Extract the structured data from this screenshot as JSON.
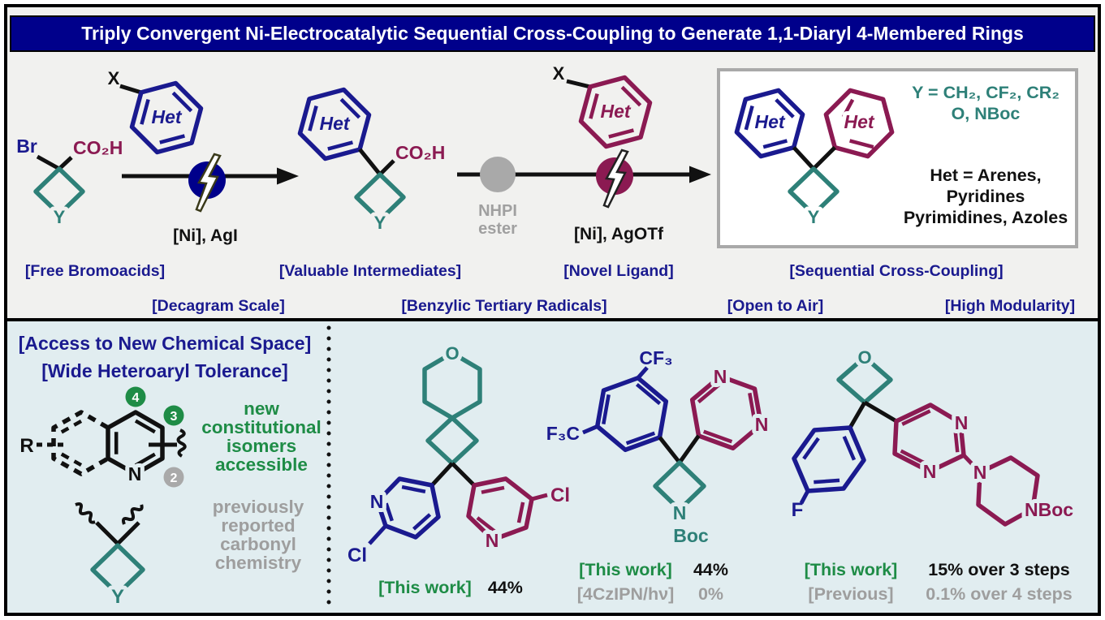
{
  "title": "Triply Convergent Ni-Electrocatalytic Sequential Cross-Coupling to Generate 1,1-Diaryl 4-Membered Rings",
  "colors": {
    "navy": "#1a1a8f",
    "maroon": "#8b1a52",
    "teal": "#2e8078",
    "green": "#1e8c46",
    "gray": "#a0a0a0",
    "title_bg": "#00008b",
    "scheme_bg": "#f1f1ef",
    "panel_bg": "#e1edf0"
  },
  "scheme": {
    "bromoacid": {
      "br": "Br",
      "acid": "CO₂H",
      "y": "Y"
    },
    "aryl1": {
      "x": "X",
      "het": "Het"
    },
    "step1_conditions": "[Ni], AgI",
    "intermediate": {
      "het": "Het",
      "acid": "CO₂H",
      "y": "Y"
    },
    "nhpi": [
      "NHPI",
      "ester"
    ],
    "aryl2": {
      "x": "X",
      "het": "Het"
    },
    "step2_conditions": "[Ni], AgOTf",
    "product": {
      "het_left": "Het",
      "het_right": "Het",
      "y": "Y"
    },
    "legend": {
      "y1": "Y = CH₂, CF₂, CR₂",
      "y2": "O, NBoc",
      "h1": "Het = Arenes,",
      "h2": "Pyridines",
      "h3": "Pyrimidines, Azoles"
    }
  },
  "tags_row1": [
    "[Free Bromoacids]",
    "[Valuable Intermediates]",
    "[Novel Ligand]",
    "[Sequential Cross-Coupling]"
  ],
  "tags_row2": [
    "[Decagram Scale]",
    "[Benzylic Tertiary Radicals]",
    "[Open to Air]",
    "[High Modularity]"
  ],
  "panel": {
    "headline1": "[Access to New Chemical Space]",
    "headline2": "[Wide Heteroaryl Tolerance]",
    "r": "R",
    "n": "N",
    "pos4": "4",
    "pos3": "3",
    "pos2": "2",
    "y": "Y",
    "green_lines": [
      "new",
      "constitutional",
      "isomers",
      "accessible"
    ],
    "gray_lines": [
      "previously",
      "reported",
      "carbonyl",
      "chemistry"
    ]
  },
  "examples": [
    {
      "atoms": {
        "o": "O",
        "n_left": "N",
        "cl_left": "Cl",
        "n_right": "N",
        "cl_right": "Cl"
      },
      "rows": [
        {
          "tag": "[This work]",
          "value": "44%"
        }
      ]
    },
    {
      "atoms": {
        "cf3_top": "CF₃",
        "cf3_left": "F₃C",
        "n_top": "N",
        "n_right": "N",
        "n_ring": "N",
        "boc": "Boc"
      },
      "rows": [
        {
          "tag": "[This work]",
          "value": "44%"
        },
        {
          "tag": "[4CzIPN/hν]",
          "value": "0%"
        }
      ]
    },
    {
      "atoms": {
        "o": "O",
        "f": "F",
        "n_top": "N",
        "n_bottom": "N",
        "n_pip": "N",
        "nboc": "NBoc"
      },
      "rows": [
        {
          "tag": "[This work]",
          "value": "15% over 3 steps"
        },
        {
          "tag": "[Previous]",
          "value": "0.1% over 4 steps"
        }
      ]
    }
  ]
}
